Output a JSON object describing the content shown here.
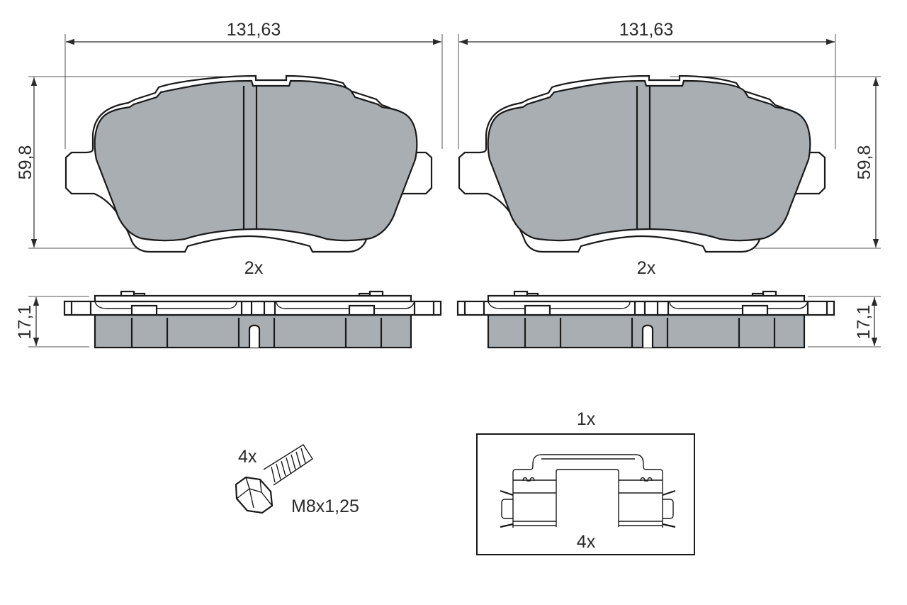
{
  "colors": {
    "pad_fill": "#a9aeb3",
    "line": "#1a1a1a",
    "text": "#2a2a2a",
    "background": "#ffffff"
  },
  "left_pad": {
    "width_label": "131,63",
    "height_label": "59,8",
    "quantity_label": "2x",
    "thickness_label": "17,1"
  },
  "right_pad": {
    "width_label": "131,63",
    "height_label": "59,8",
    "quantity_label": "2x",
    "thickness_label": "17,1"
  },
  "bolt": {
    "quantity_label": "4x",
    "thread_label": "M8x1,25"
  },
  "clip_kit": {
    "kit_quantity_label": "1x",
    "clip_quantity_label": "4x"
  }
}
